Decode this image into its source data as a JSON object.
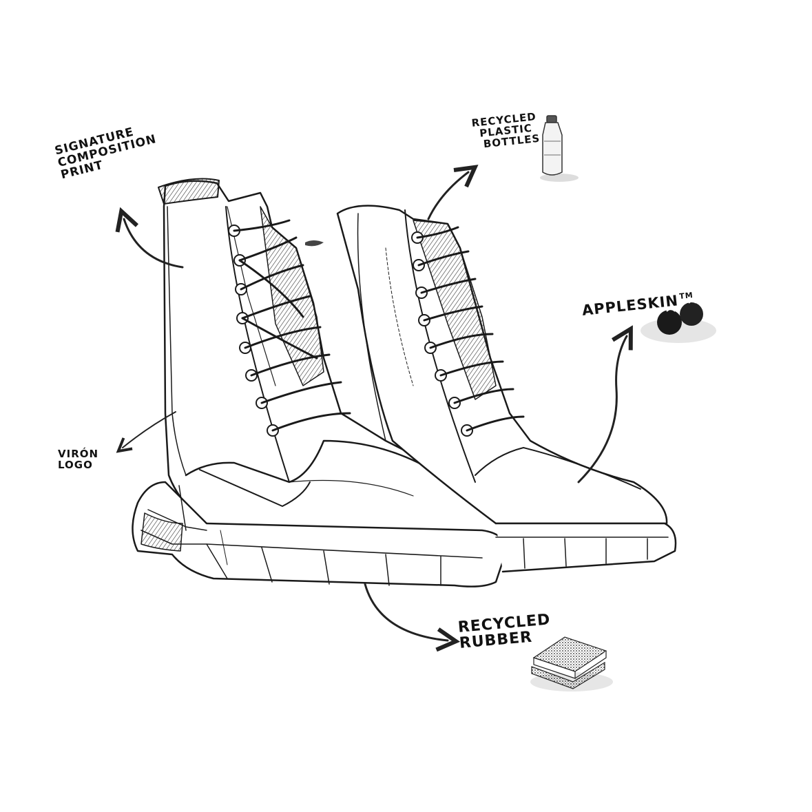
{
  "annotations": {
    "signature": {
      "lines": [
        "Signature",
        "composition",
        "print"
      ]
    },
    "plastic": {
      "lines": [
        "Recycled",
        "plastic",
        "bottles"
      ]
    },
    "appleskin": {
      "label": "Appleskin",
      "mark": "TM"
    },
    "viron": {
      "lines": [
        "Virón",
        "logo"
      ]
    },
    "rubber": {
      "lines": [
        "Recycled",
        "Rubber"
      ]
    }
  },
  "icons": [
    "bottle-icon",
    "apple-icon",
    "rubber-sample-icon"
  ],
  "colors": {
    "ink": "#111111",
    "paper": "#ffffff",
    "shade": "#9a9a9a"
  }
}
